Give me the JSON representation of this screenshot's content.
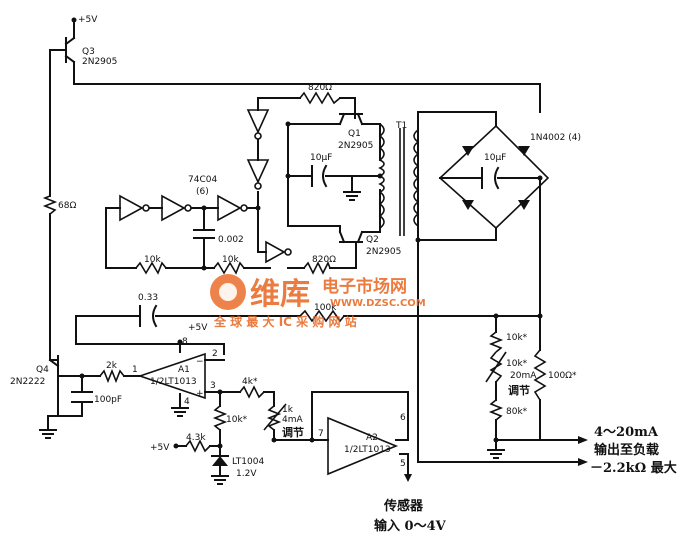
{
  "supply": {
    "plus5v_top": "+5V",
    "plus5v_a1": "+5V",
    "plus5v_ref": "+5V"
  },
  "transistors": {
    "q3": {
      "ref": "Q3",
      "part": "2N2905"
    },
    "q1": {
      "ref": "Q1",
      "part": "2N2905"
    },
    "q2": {
      "ref": "Q2",
      "part": "2N2905"
    },
    "q4": {
      "ref": "Q4",
      "part": "2N2222"
    }
  },
  "resistors": {
    "r68": "68Ω",
    "r820a": "820Ω",
    "r820b": "820Ω",
    "r10k_a": "10k",
    "r10k_b": "10k",
    "r100k": "100k",
    "r2k": "2k",
    "r4k": "4k*",
    "r10k_star": "10k*",
    "r43k": "4.3k",
    "rpot1k": "1k",
    "rpot_range": "4mA",
    "r10k_top": "10k*",
    "r10k_pot": "10k*",
    "r20ma": "20mA",
    "r80k": "80k*",
    "r100": "100Ω*"
  },
  "capacitors": {
    "c033": "0.33",
    "c0002": "0.002",
    "c10uf_a": "10μF",
    "c10uf_b": "10μF",
    "c100pf": "100pF"
  },
  "ics": {
    "inverter": "74C04",
    "inverter_count": "(6)",
    "a1_ref": "A1",
    "a1_part": "1/2LT1013",
    "a2_ref": "A2",
    "a2_part": "1/2LT1013",
    "ref_part": "LT1004",
    "ref_v": "1.2V",
    "transformer": "T1",
    "diodes": "1N4002 (4)"
  },
  "pins": {
    "a1_p8": "8",
    "a1_p2": "2",
    "a1_p1": "1",
    "a1_p3": "3",
    "a1_p4": "4",
    "a2_p6": "6",
    "a2_p7": "7",
    "a2_p5": "5"
  },
  "adjust": {
    "adj1": "调节",
    "adj2": "调节"
  },
  "output": {
    "line1": "4～20mA",
    "line2": "输出至负载",
    "line3": "－2.2kΩ 最大"
  },
  "sensor": {
    "line1": "传感器",
    "line2": "输入 0～4V"
  },
  "watermark": {
    "brand": "维库",
    "sub": "电子市场网",
    "url": "WWW.DZSC.COM",
    "tagline": "全 球 最 大 IC 采 购 网 站"
  }
}
